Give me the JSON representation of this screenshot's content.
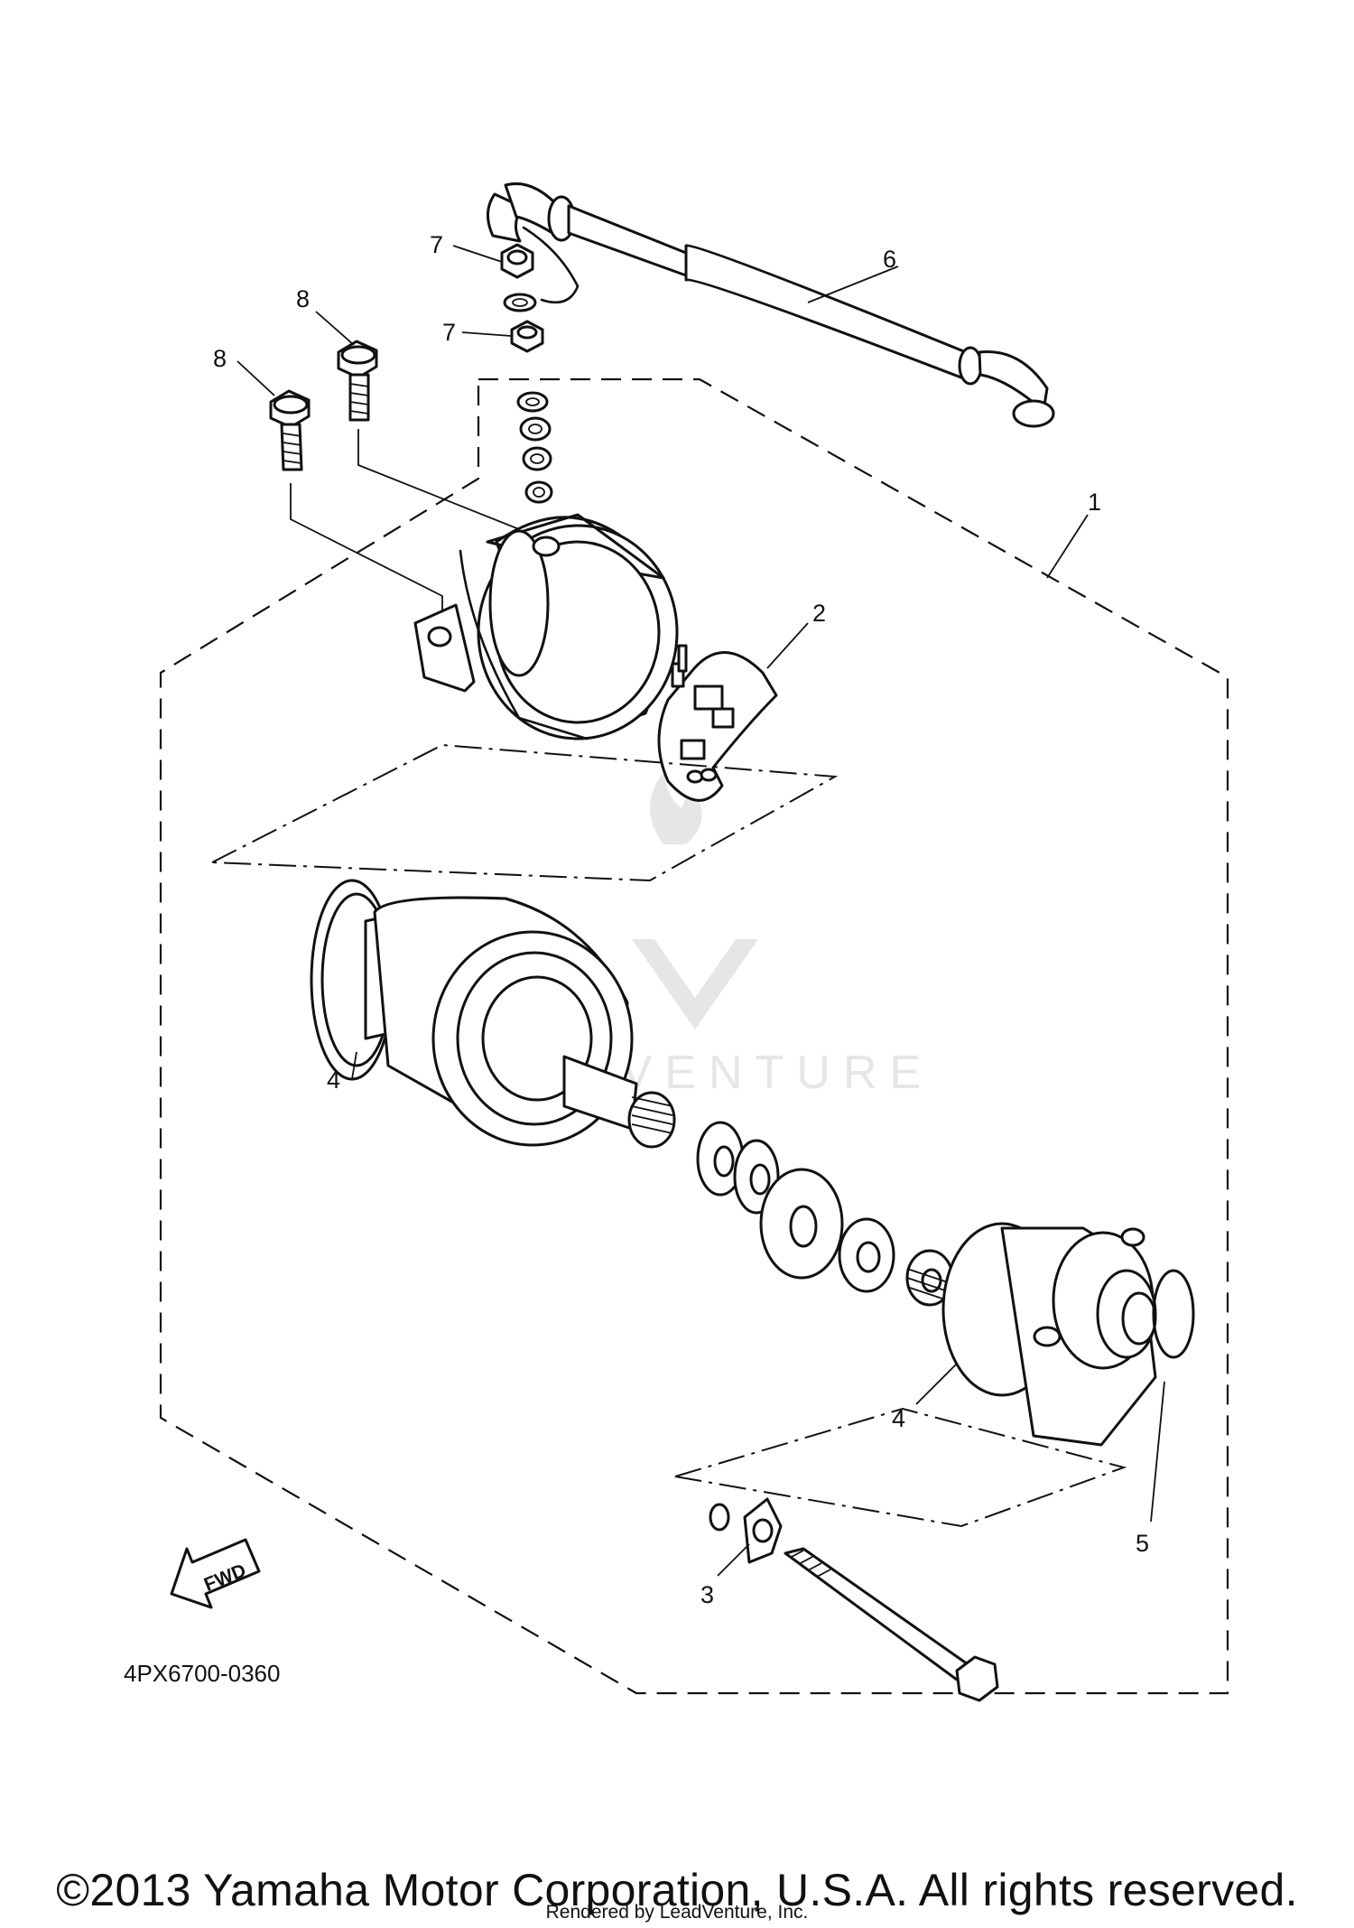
{
  "diagram": {
    "callouts": [
      "1",
      "2",
      "3",
      "4",
      "4",
      "5",
      "6",
      "7",
      "7",
      "8",
      "8"
    ],
    "fwd_label": "FWD",
    "drawing_number": "4PX6700-0360",
    "watermark_text": "LEADVENTURE"
  },
  "footer": {
    "copyright": "©2013 Yamaha Motor Corporation, U.S.A. All rights reserved.",
    "rendered_by": "Rendered by LeadVenture, Inc."
  }
}
